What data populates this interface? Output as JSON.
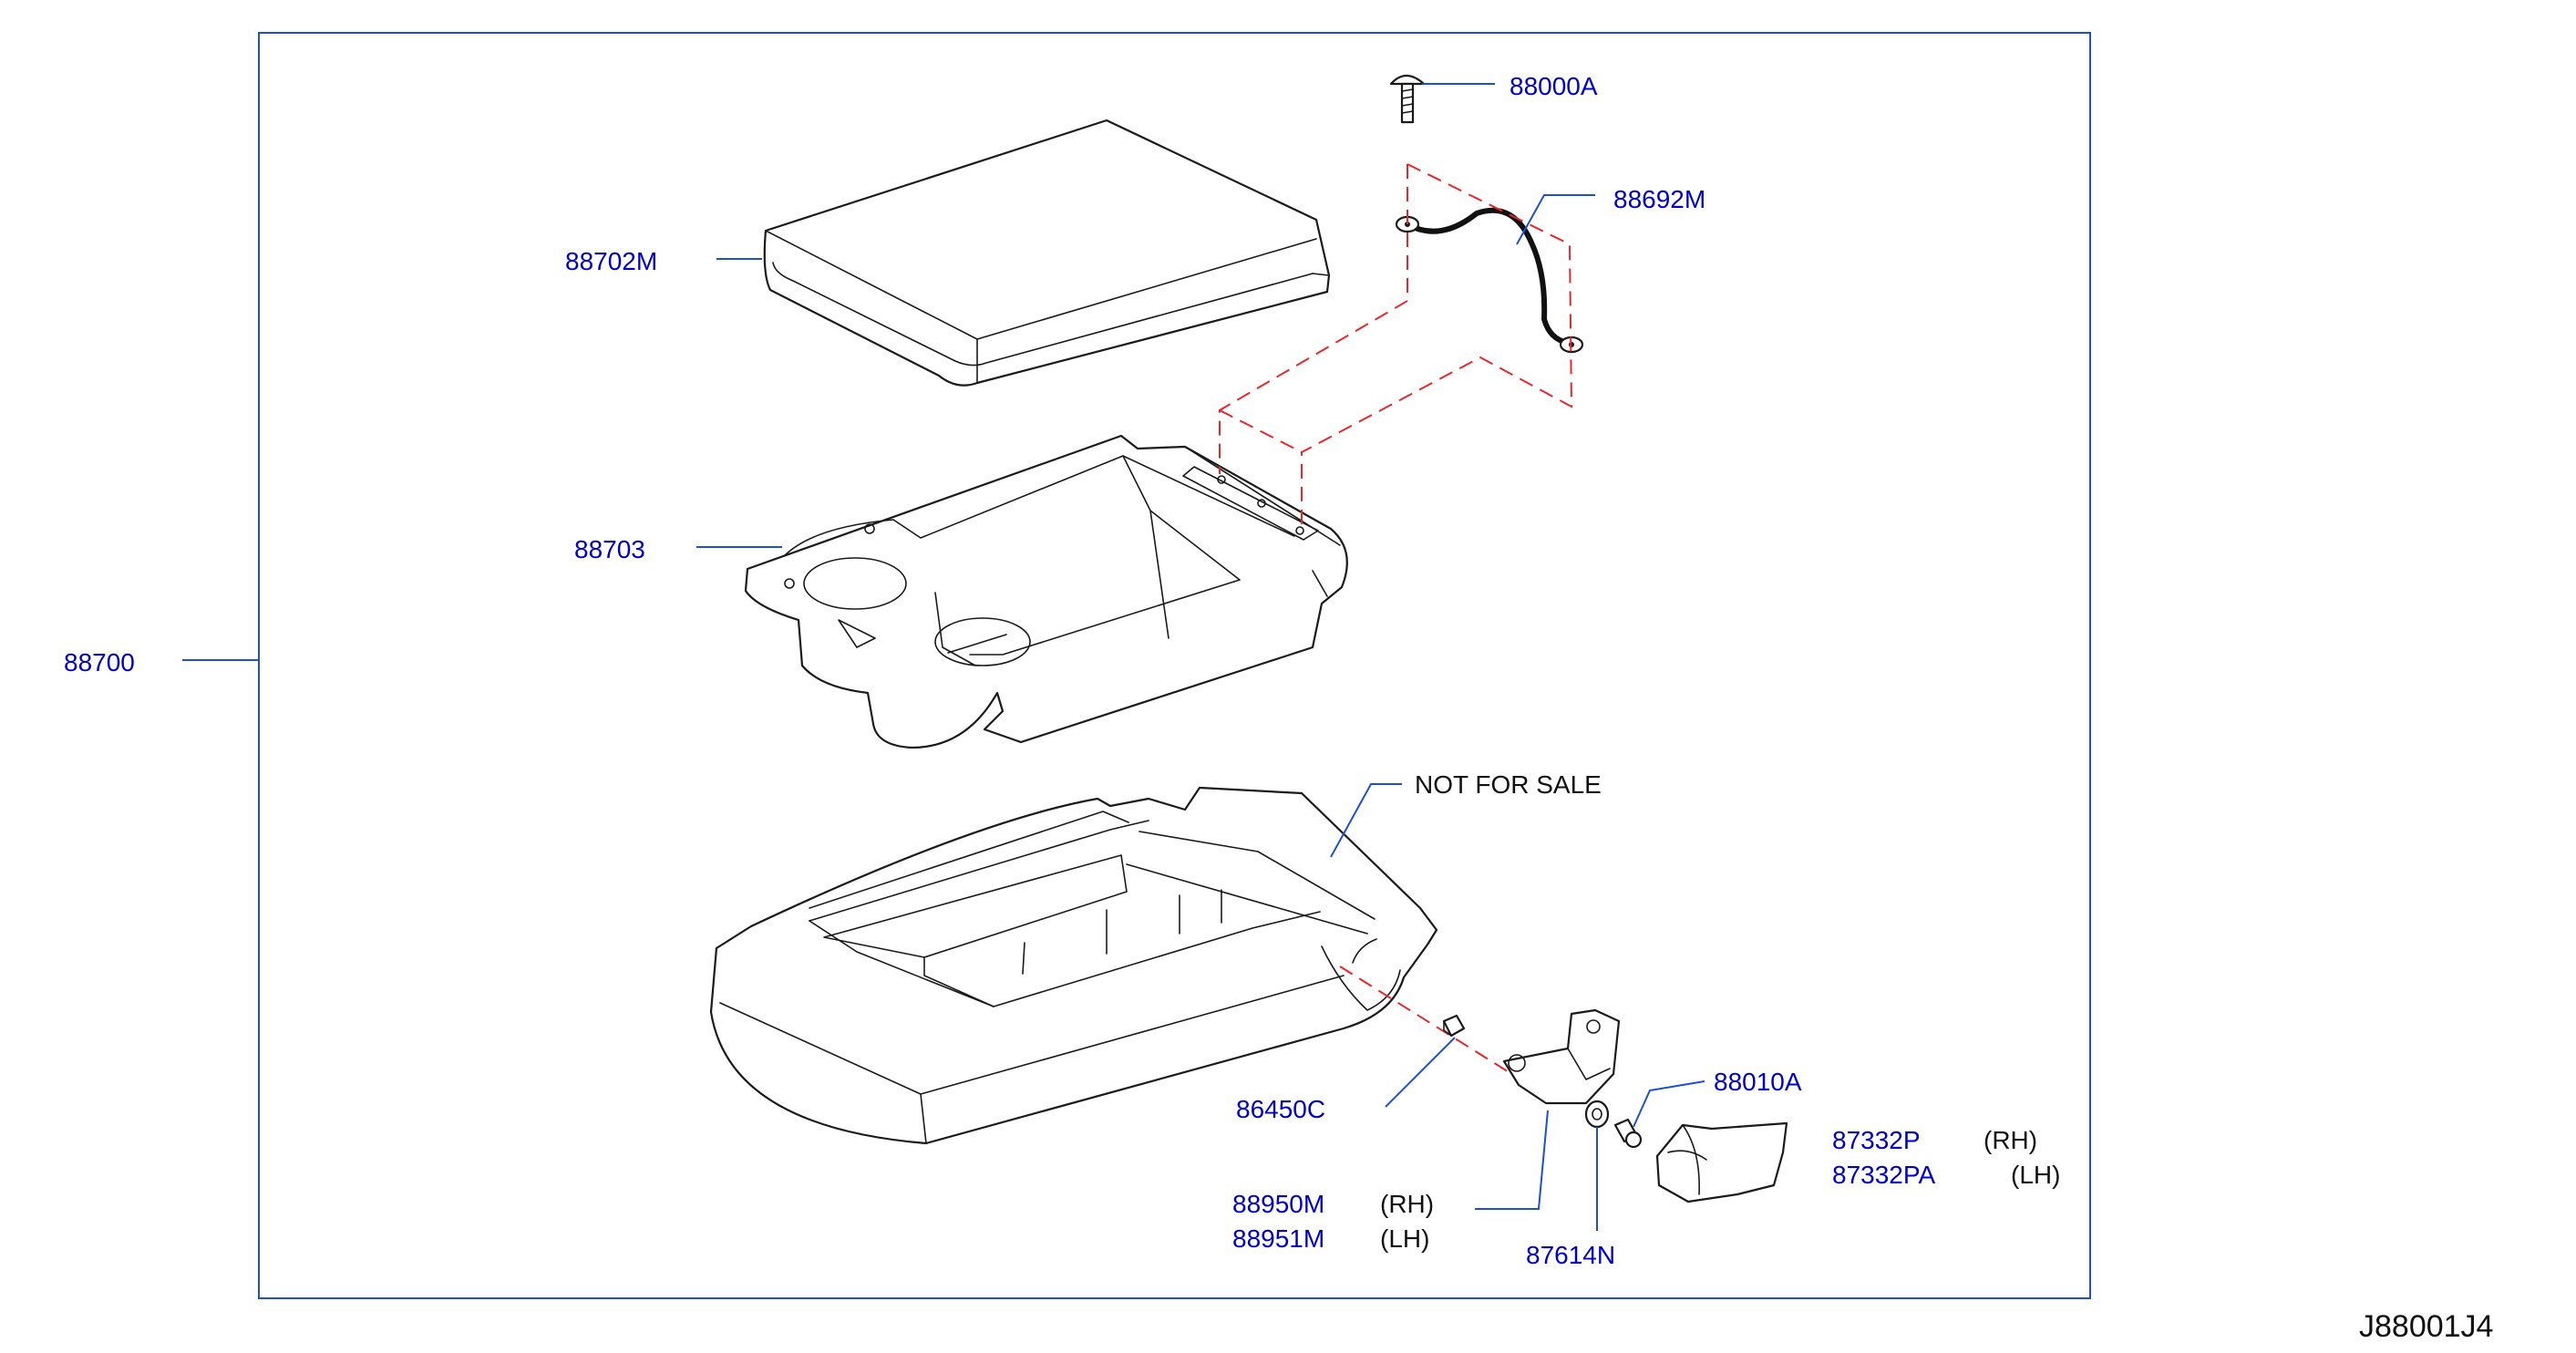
{
  "frame_color": "#1a4fd6",
  "label_color": "#0000cc",
  "dash_color": "#e8262b",
  "diagram_code": "J88001J4",
  "parts": {
    "p88000A": "88000A",
    "p88692M": "88692M",
    "p88702M": "88702M",
    "p88703": "88703",
    "p88700": "88700",
    "not_for_sale": "NOT  FOR  SALE",
    "p86450C": "86450C",
    "p88010A": "88010A",
    "p87332P": "87332P",
    "p87332P_side": "(RH)",
    "p87332PA": "87332PA",
    "p87332PA_side": "(LH)",
    "p88950M": "88950M",
    "p88950M_side": "(RH)",
    "p88951M": "88951M",
    "p88951M_side": "(LH)",
    "p87614N": "87614N"
  }
}
